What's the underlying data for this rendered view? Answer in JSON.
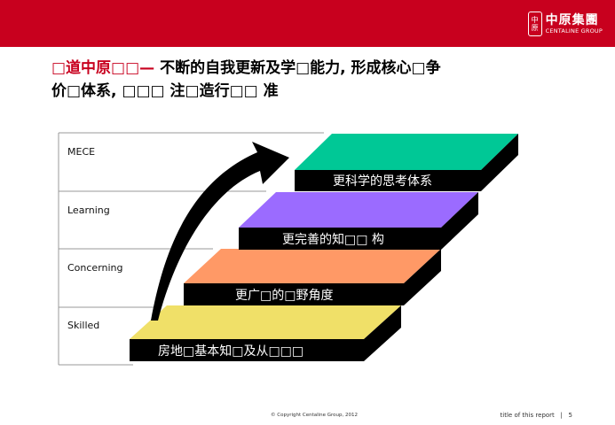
{
  "header": {
    "logo_seal_top": "中",
    "logo_seal_bottom": "原",
    "logo_cn": "中原集團",
    "logo_en": "CENTALINE GROUP"
  },
  "title": {
    "accent": "□道中原□□—",
    "line1_rest": " 不断的自我更新及学□能力, 形成核心□争",
    "line2": "价□体系, □□□ 注□造行□□ 准"
  },
  "levels": [
    {
      "label": "MECE",
      "caption": "更科学的思考体系",
      "color": "#00c896"
    },
    {
      "label": "Learning",
      "caption": "更完善的知□□ 构",
      "color": "#9b6bff"
    },
    {
      "label": "Concerning",
      "caption": "更广□的□野角度",
      "color": "#ff9966"
    },
    {
      "label": "Skilled",
      "caption": "房地□基本知□及从□□□",
      "color": "#f0e068"
    }
  ],
  "footer": {
    "copyright": "© Copyright  Centaline Group, 2012",
    "report_title": "title of this report",
    "separator": "|",
    "page_number": "5"
  }
}
